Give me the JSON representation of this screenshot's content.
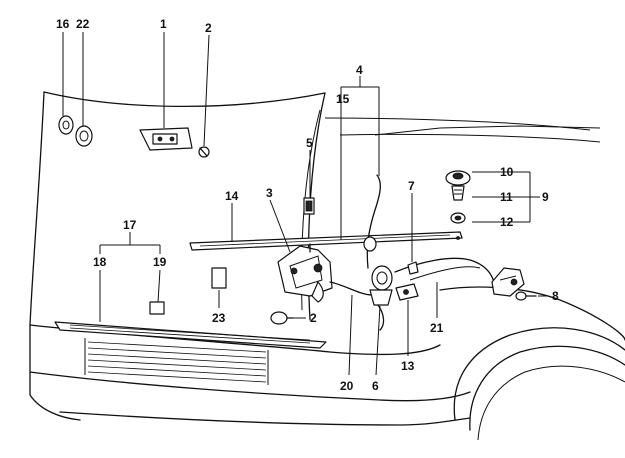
{
  "diagram": {
    "callouts": [
      {
        "id": "c16",
        "text": "16"
      },
      {
        "id": "c22",
        "text": "22"
      },
      {
        "id": "c1",
        "text": "1"
      },
      {
        "id": "c2a",
        "text": "2"
      },
      {
        "id": "c4",
        "text": "4"
      },
      {
        "id": "c15",
        "text": "15"
      },
      {
        "id": "c5",
        "text": "5"
      },
      {
        "id": "c3",
        "text": "3"
      },
      {
        "id": "c14",
        "text": "14"
      },
      {
        "id": "c7",
        "text": "7"
      },
      {
        "id": "c10",
        "text": "10"
      },
      {
        "id": "c11",
        "text": "11"
      },
      {
        "id": "c12",
        "text": "12"
      },
      {
        "id": "c9",
        "text": "9"
      },
      {
        "id": "c17",
        "text": "17"
      },
      {
        "id": "c18",
        "text": "18"
      },
      {
        "id": "c19",
        "text": "19"
      },
      {
        "id": "c23",
        "text": "23"
      },
      {
        "id": "c2b",
        "text": "2"
      },
      {
        "id": "c8",
        "text": "8"
      },
      {
        "id": "c21",
        "text": "21"
      },
      {
        "id": "c13",
        "text": "13"
      },
      {
        "id": "c20",
        "text": "20"
      },
      {
        "id": "c6",
        "text": "6"
      }
    ],
    "ink_color": "#111111",
    "background_color": "#ffffff"
  }
}
